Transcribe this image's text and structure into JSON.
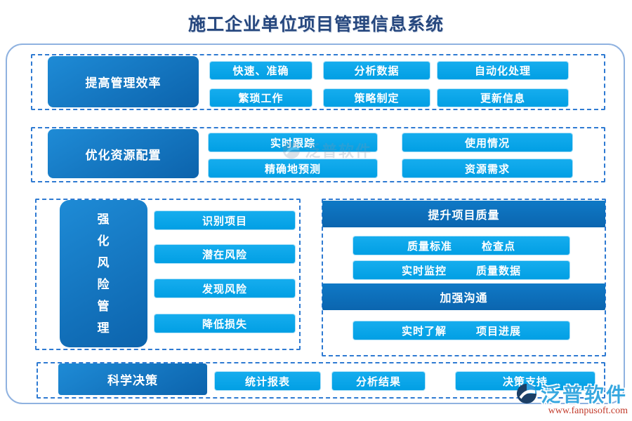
{
  "title": "施工企业单位项目管理信息系统",
  "colors": {
    "chip_blue": "#09a3e9",
    "panel_dark_blue": "#0d6cb5",
    "dashed_border": "#2e7ad2",
    "outer_border": "#8fb2e0",
    "title_text": "#26477e",
    "brand_blue": "#38a8e0",
    "url_red": "#c23b2b"
  },
  "sections": {
    "efficiency": {
      "label": "提高管理效率",
      "items": [
        "快速、准确",
        "分析数据",
        "自动化处理",
        "繁琐工作",
        "策略制定",
        "更新信息"
      ]
    },
    "resource": {
      "label": "优化资源配置",
      "items": [
        "实时跟踪",
        "使用情况",
        "精确地预测",
        "资源需求"
      ]
    },
    "risk": {
      "label": "强化风险管理",
      "chars": [
        "强",
        "化",
        "风",
        "险",
        "管",
        "理"
      ],
      "items": [
        "识别项目",
        "潜在风险",
        "发现风险",
        "降低损失"
      ]
    },
    "quality": {
      "header": "提升项目质量",
      "rows": [
        [
          "质量标准",
          "检查点"
        ],
        [
          "实时监控",
          "质量数据"
        ]
      ]
    },
    "communication": {
      "header": "加强沟通",
      "rows": [
        [
          "实时了解",
          "项目进展"
        ]
      ]
    },
    "decision": {
      "label": "科学决策",
      "items": [
        "统计报表",
        "分析结果",
        "决策支持"
      ]
    }
  },
  "brand": {
    "name": "泛普软件",
    "url": "www.fanpusoft.com"
  }
}
